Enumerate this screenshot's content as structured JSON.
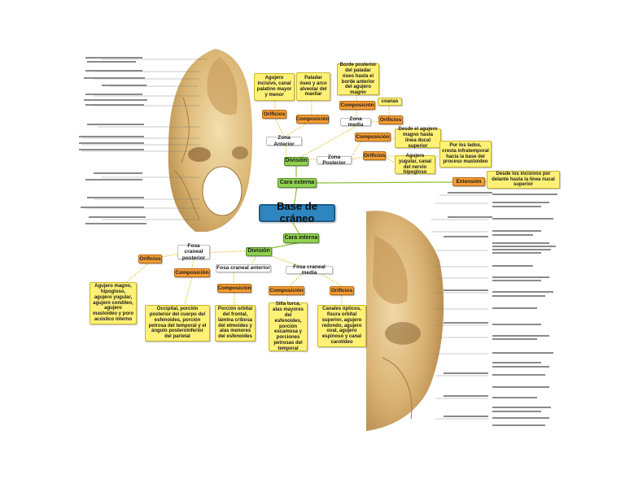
{
  "root": "Base de cráneo",
  "cara_externa": {
    "label": "Cara externa",
    "division": "División",
    "zona_anterior": {
      "label": "Zona Anterior",
      "orificios": "Orificios",
      "orificios_text": "Agujero incisivo, canal palatino mayor y menor",
      "composicion": "Composición",
      "composicion_text": "Paladar óseo y arco alveolar del maxilar"
    },
    "zona_media": {
      "label": "Zona media",
      "composicion": "Composición",
      "composicion_text": "Borde posterior del paladar óseo hasta el borde anterior del agujero magno",
      "orificios": "Orificios",
      "orificios_text": "coanas"
    },
    "zona_posterior": {
      "label": "Zona Posterior",
      "composicion": "Composición",
      "composicion_text": "Desde el agujero magno hasta línea ducal superior",
      "orificios": "Orificios",
      "orificios_text": "Agujero yugular, canal del nervio hipogloso",
      "lados_text": "Por los lados, cresta infratemporal hacia la base del proceso mastoideo"
    },
    "extension": "Extensión",
    "extension_text": "Desde los incisivos por delante hasta la línea nucal superior"
  },
  "cara_interna": {
    "label": "Cara interna",
    "division": "División",
    "fosa_posterior": {
      "label": "Fosa craneal posterior",
      "orificios": "Orificios",
      "orificios_text": "Agujero magno, hipogloso, agujero yugular, agujero condíleo, agujero mastoideo y poro acústico interno",
      "composicion": "Composición",
      "composicion_text": "Occipital, porción posterior del cuerpo del esfenoides, porción petrosa del temporal y el ángulo posteroinferior del parietal"
    },
    "fosa_anterior": {
      "label": "Fosa craneal anterior",
      "composicion": "Composición",
      "composicion_text": "Porción orbital del frontal, lámina cribosa del etmoides y alas menores del esfenoides"
    },
    "fosa_media": {
      "label": "Fosa craneal media",
      "composicion": "Composición",
      "composicion_text": "Silla turca, alas mayores del esfenoides, porción escamosa y porciones petrosas del temporal",
      "orificios": "Orificios",
      "orificios_text": "Canales ópticos, fisura orbital superior, agujero redondo, agujero oval, agujero espinoso y canal carotídeo"
    }
  },
  "colors": {
    "root": "#2e86c1",
    "branch": "#8fd14f",
    "category": "#f39c34",
    "detail": "#fff176"
  }
}
